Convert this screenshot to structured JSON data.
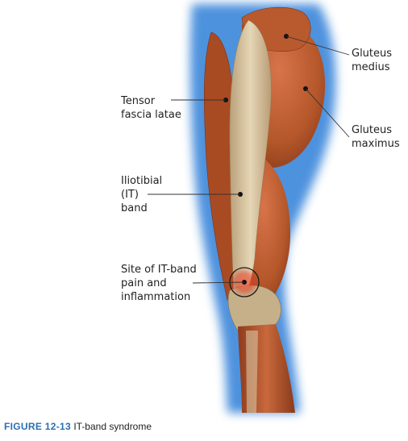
{
  "labels": {
    "gluteus_medius": [
      "Gluteus",
      "medius"
    ],
    "tensor_fascia_latae": [
      "Tensor",
      "fascia latae"
    ],
    "gluteus_maximus": [
      "Gluteus",
      "maximus"
    ],
    "iliotibial_band": [
      "Iliotibial",
      "(IT)",
      "band"
    ],
    "pain_site": [
      "Site of IT-band",
      "pain and",
      "inflammation"
    ]
  },
  "caption": {
    "number": "FIGURE 12-13",
    "text": "IT-band syndrome"
  },
  "colors": {
    "muscle": "#b4572a",
    "muscle_dark": "#7e3217",
    "tendon": "#d9c7a4",
    "glow": "#2f7fd8",
    "caption_accent": "#2a6fb3"
  }
}
